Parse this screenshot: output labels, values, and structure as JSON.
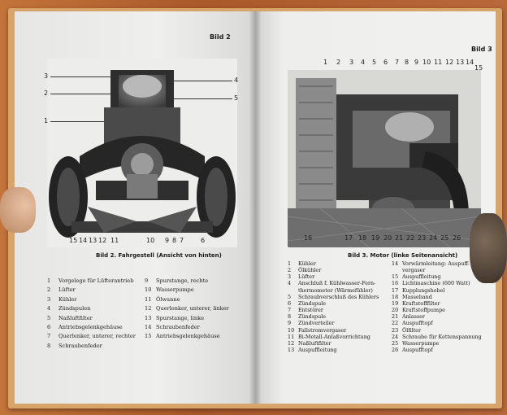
{
  "left_page": {
    "header": "Bild 2",
    "figure_numbers_top_left": [
      "3",
      "2",
      "1"
    ],
    "figure_numbers_top_right": [
      "4",
      "5"
    ],
    "figure_numbers_bottom": [
      "15",
      "14",
      "13",
      "12",
      "11",
      "10",
      "9",
      "8",
      "7",
      "6"
    ],
    "caption": "Bild 2.  Fahrgestell (Ansicht von hinten)",
    "legend_col1": [
      {
        "n": "1",
        "t": "Vorgelege für Lüfterantrieb"
      },
      {
        "n": "2",
        "t": "Lüfter"
      },
      {
        "n": "3",
        "t": "Kühler"
      },
      {
        "n": "4",
        "t": "Zündspulen"
      },
      {
        "n": "5",
        "t": "Naßluftfilter"
      },
      {
        "n": "6",
        "t": "Antriebsgelenkgehäuse"
      },
      {
        "n": "7",
        "t": "Querlenker, unterer, rechter"
      },
      {
        "n": "8",
        "t": "Schraubenfeder"
      }
    ],
    "legend_col2": [
      {
        "n": "9",
        "t": "Spurstange, rechte"
      },
      {
        "n": "10",
        "t": "Wasserpumpe"
      },
      {
        "n": "11",
        "t": "Ölwanne"
      },
      {
        "n": "12",
        "t": "Querlenker, unterer, linker"
      },
      {
        "n": "13",
        "t": "Spurstange, linke"
      },
      {
        "n": "14",
        "t": "Schraubenfeder"
      },
      {
        "n": "15",
        "t": "Antriebsgelenkgehäuse"
      }
    ]
  },
  "right_page": {
    "header": "Bild 3",
    "figure_numbers_top": [
      "1",
      "2",
      "3",
      "4",
      "5",
      "6",
      "7",
      "8",
      "9",
      "10",
      "11",
      "12",
      "13",
      "14",
      "15"
    ],
    "figure_numbers_bottom": [
      "16",
      "17",
      "18",
      "19",
      "20",
      "21",
      "22",
      "23",
      "24",
      "25",
      "26"
    ],
    "caption": "Bild 3.  Motor (linke Seitenansicht)",
    "legend_col1": [
      {
        "n": "1",
        "t": "Kühler"
      },
      {
        "n": "2",
        "t": "Ölkühler"
      },
      {
        "n": "3",
        "t": "Lüfter"
      },
      {
        "n": "4",
        "t": "Anschluß f. Kühlwasser-Fern-"
      },
      {
        "n": "",
        "t": "thermometer (Wärmefühler)"
      },
      {
        "n": "5",
        "t": "Schraubverschluß des Kühlers"
      },
      {
        "n": "6",
        "t": "Zündspule"
      },
      {
        "n": "7",
        "t": "Entstörer"
      },
      {
        "n": "8",
        "t": "Zündspule"
      },
      {
        "n": "9",
        "t": "Zündverteiler"
      },
      {
        "n": "10",
        "t": "Fallstromvergaser"
      },
      {
        "n": "11",
        "t": "Bi-Metall-Anlaßvorrichtung"
      },
      {
        "n": "12",
        "t": "Naßluftfilter"
      },
      {
        "n": "13",
        "t": "Auspuffleitung"
      }
    ],
    "legend_col2": [
      {
        "n": "14",
        "t": "Vorwärmleitung: Auspuff-"
      },
      {
        "n": "",
        "t": "vergaser"
      },
      {
        "n": "15",
        "t": "Auspuffleitung"
      },
      {
        "n": "16",
        "t": "Lichtmaschine (600 Watt)"
      },
      {
        "n": "17",
        "t": "Kupplungshebel"
      },
      {
        "n": "18",
        "t": "Masseband"
      },
      {
        "n": "19",
        "t": "Kraftstofffilter"
      },
      {
        "n": "20",
        "t": "Kraftstoffpumpe"
      },
      {
        "n": "21",
        "t": "Anlasser"
      },
      {
        "n": "22",
        "t": "Auspufftopf"
      },
      {
        "n": "23",
        "t": "Ölfilter"
      },
      {
        "n": "24",
        "t": "Schraube für Kettenspannung"
      },
      {
        "n": "25",
        "t": "Wasserpumpe"
      },
      {
        "n": "26",
        "t": "Auspufftopf"
      }
    ]
  }
}
